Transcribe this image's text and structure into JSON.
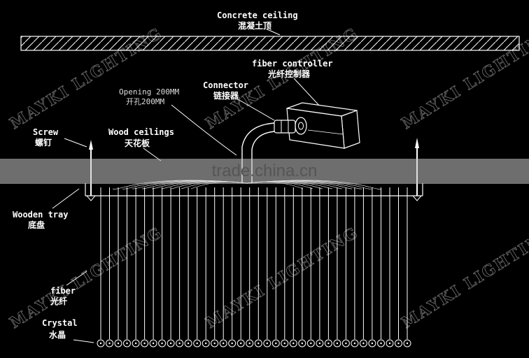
{
  "labels": {
    "concrete_en": "Concrete ceiling",
    "concrete_zh": "混凝土顶",
    "controller_en": "fiber controller",
    "controller_zh": "光纤控制器",
    "connector_en": "Connector",
    "connector_zh": "链接器",
    "opening_en": "Opening 200MM",
    "opening_zh": "开孔200MM",
    "screw_en": "Screw",
    "screw_zh": "螺钉",
    "wood_en": "Wood ceilings",
    "wood_zh": "天花板",
    "tray_en": "Wooden tray",
    "tray_zh": "底盘",
    "fiber_en": "fiber",
    "fiber_zh": "光纤",
    "crystal_en": "Crystal",
    "crystal_zh": "水晶"
  },
  "watermark": {
    "text": "MAYKI LIGHTING",
    "band_text": "trade.china.cn"
  },
  "diagram": {
    "fiber_count": 36,
    "colors": {
      "line": "#ffffff",
      "background": "#000000"
    }
  }
}
